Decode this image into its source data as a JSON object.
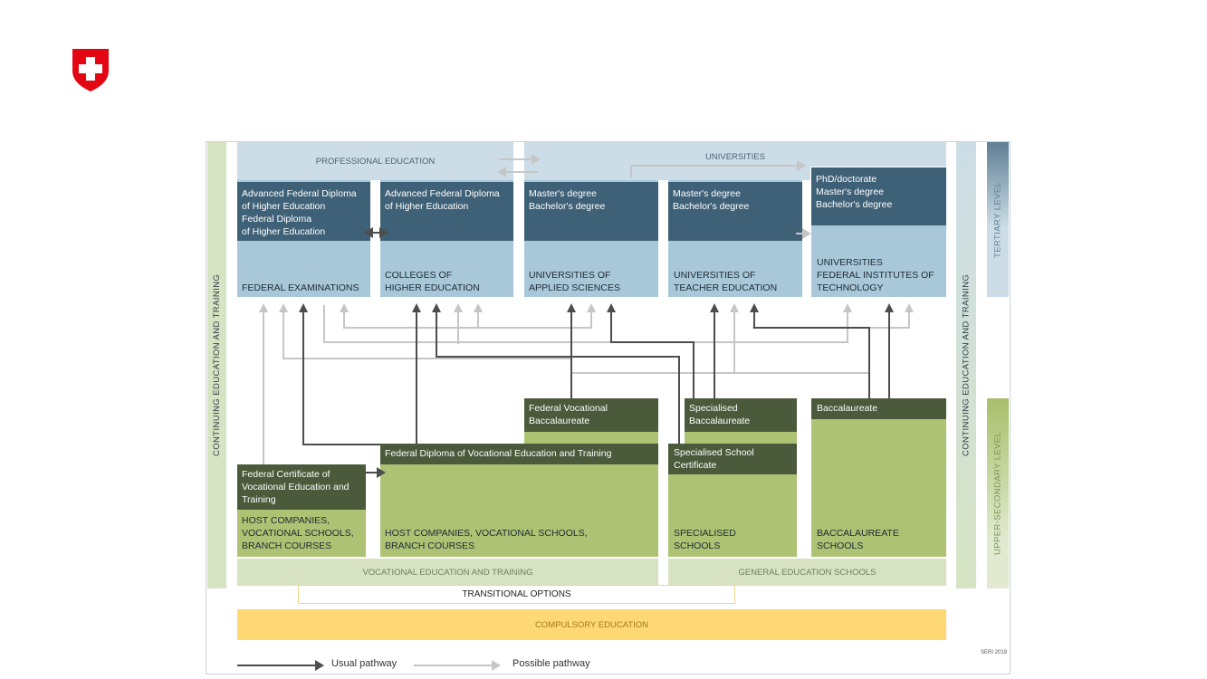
{
  "colors": {
    "tertiary_header": "#cddde7",
    "tertiary_light": "#a8c8d9",
    "tertiary_dark": "#3f6177",
    "upper_light": "#aec274",
    "upper_dark": "#4a5a3a",
    "upper_band": "#d7e2c2",
    "compulsory": "#fdd873",
    "continuing_bar": "#d6e4c4",
    "usual_arrow": "#4d4d4d",
    "possible_arrow": "#c6c6c6"
  },
  "logo": {
    "icon": "swiss-cross-shield-icon"
  },
  "headers": {
    "professional": "PROFESSIONAL EDUCATION",
    "universities": "UNIVERSITIES"
  },
  "tertiary": {
    "federal_exams": {
      "degrees": "Advanced Federal Diploma\nof Higher Education\nFederal Diploma\nof Higher Education",
      "institution": "FEDERAL EXAMINATIONS"
    },
    "colleges": {
      "degrees": "Advanced Federal Diploma\nof Higher Education",
      "institution": "COLLEGES OF\nHIGHER EDUCATION"
    },
    "uas": {
      "degrees": "Master's degree\nBachelor's degree",
      "institution": "UNIVERSITIES OF\nAPPLIED SCIENCES"
    },
    "ute": {
      "degrees": "Master's degree\nBachelor's degree",
      "institution": "UNIVERSITIES OF\nTEACHER EDUCATION"
    },
    "uni": {
      "degrees": "PhD/doctorate\nMaster's degree\nBachelor's degree",
      "institution": "UNIVERSITIES\nFEDERAL INSTITUTES OF\nTECHNOLOGY"
    }
  },
  "upper_secondary": {
    "fvb": "Federal Vocational\nBaccalaureate",
    "spec_bacc": "Specialised\nBaccalaureate",
    "bacc": "Baccalaureate",
    "fdvet": "Federal Diploma of Vocational Education and Training",
    "spec_school_cert": "Specialised School\nCertificate",
    "fcvet": "Federal Certificate of\nVocational Education and\nTraining",
    "host_small": "HOST COMPANIES,\nVOCATIONAL SCHOOLS,\nBRANCH COURSES",
    "host_large": "HOST COMPANIES, VOCATIONAL SCHOOLS,\nBRANCH COURSES",
    "specialised_schools": "SPECIALISED\nSCHOOLS",
    "bacc_schools": "BACCALAUREATE\nSCHOOLS"
  },
  "bands": {
    "vet": "VOCATIONAL EDUCATION AND TRAINING",
    "general": "GENERAL EDUCATION SCHOOLS",
    "transitional": "TRANSITIONAL OPTIONS",
    "compulsory": "COMPULSORY EDUCATION"
  },
  "side_labels": {
    "continuing_left": "CONTINUING EDUCATION AND TRAINING",
    "continuing_right": "CONTINUING EDUCATION AND TRAINING",
    "tertiary_level": "TERTIARY LEVEL",
    "upper_secondary_level": "UPPER-SECONDARY LEVEL"
  },
  "legend": {
    "usual": "Usual pathway",
    "possible": "Possible pathway"
  },
  "credit": "SERI 2019"
}
